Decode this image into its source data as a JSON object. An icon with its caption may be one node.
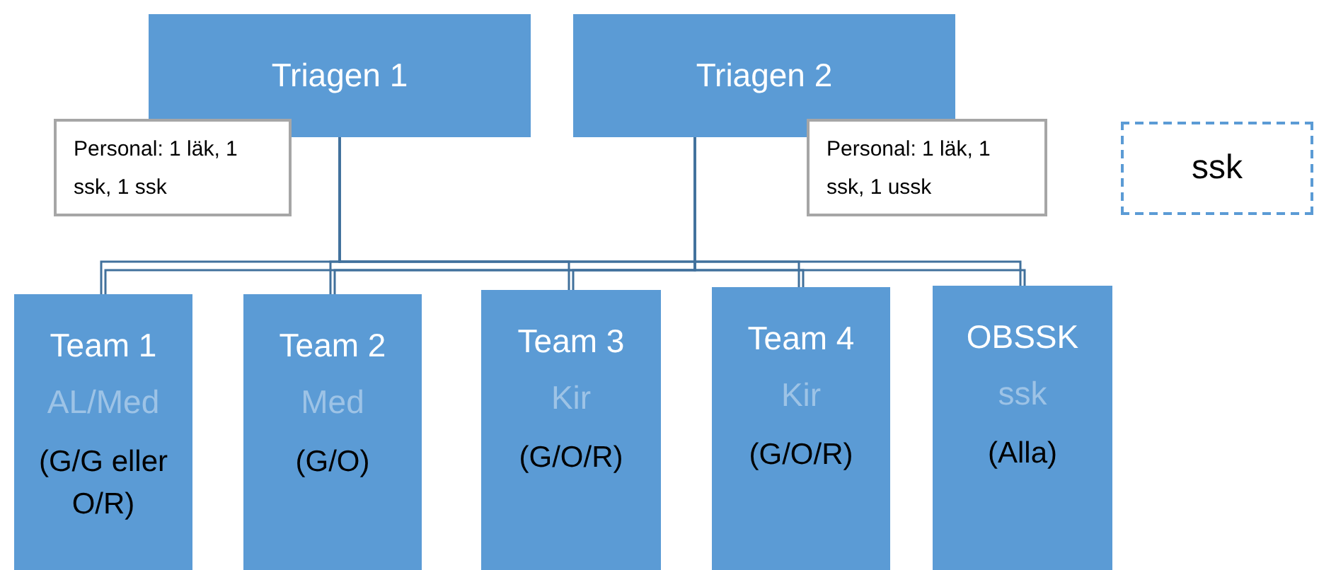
{
  "diagram": {
    "nodes": [
      {
        "text": [
          "Triagen 1"
        ]
      },
      {
        "text": [
          "Triagen 2"
        ]
      },
      {
        "text": [
          "Personal: 1 läk, 1 ssk, 1 ssk"
        ]
      },
      {
        "text": [
          "Personal: 1 läk, 1 ssk, 1 ussk"
        ]
      },
      {
        "text": [
          "ssk"
        ]
      },
      {
        "text": [
          "Team 1",
          "AL/Med",
          "(G/G eller O/R)"
        ]
      },
      {
        "text": [
          "Team 2",
          "Med",
          "(G/O)"
        ]
      },
      {
        "text": [
          "Team 3",
          "Kir",
          "(G/O/R)"
        ]
      },
      {
        "text": [
          "Team 4",
          "Kir",
          "(G/O/R)"
        ]
      },
      {
        "text": [
          "OBSSK",
          "ssk",
          "(Alla)"
        ]
      }
    ],
    "edges": [
      {
        "from": 0,
        "to": 5,
        "arrow": "none"
      },
      {
        "from": 0,
        "to": 6,
        "arrow": "none"
      },
      {
        "from": 0,
        "to": 7,
        "arrow": "none"
      },
      {
        "from": 0,
        "to": 8,
        "arrow": "none"
      },
      {
        "from": 0,
        "to": 9,
        "arrow": "none"
      },
      {
        "from": 1,
        "to": 5,
        "arrow": "none"
      },
      {
        "from": 1,
        "to": 6,
        "arrow": "none"
      },
      {
        "from": 1,
        "to": 7,
        "arrow": "none"
      },
      {
        "from": 1,
        "to": 8,
        "arrow": "none"
      },
      {
        "from": 1,
        "to": 9,
        "arrow": "none"
      }
    ]
  }
}
